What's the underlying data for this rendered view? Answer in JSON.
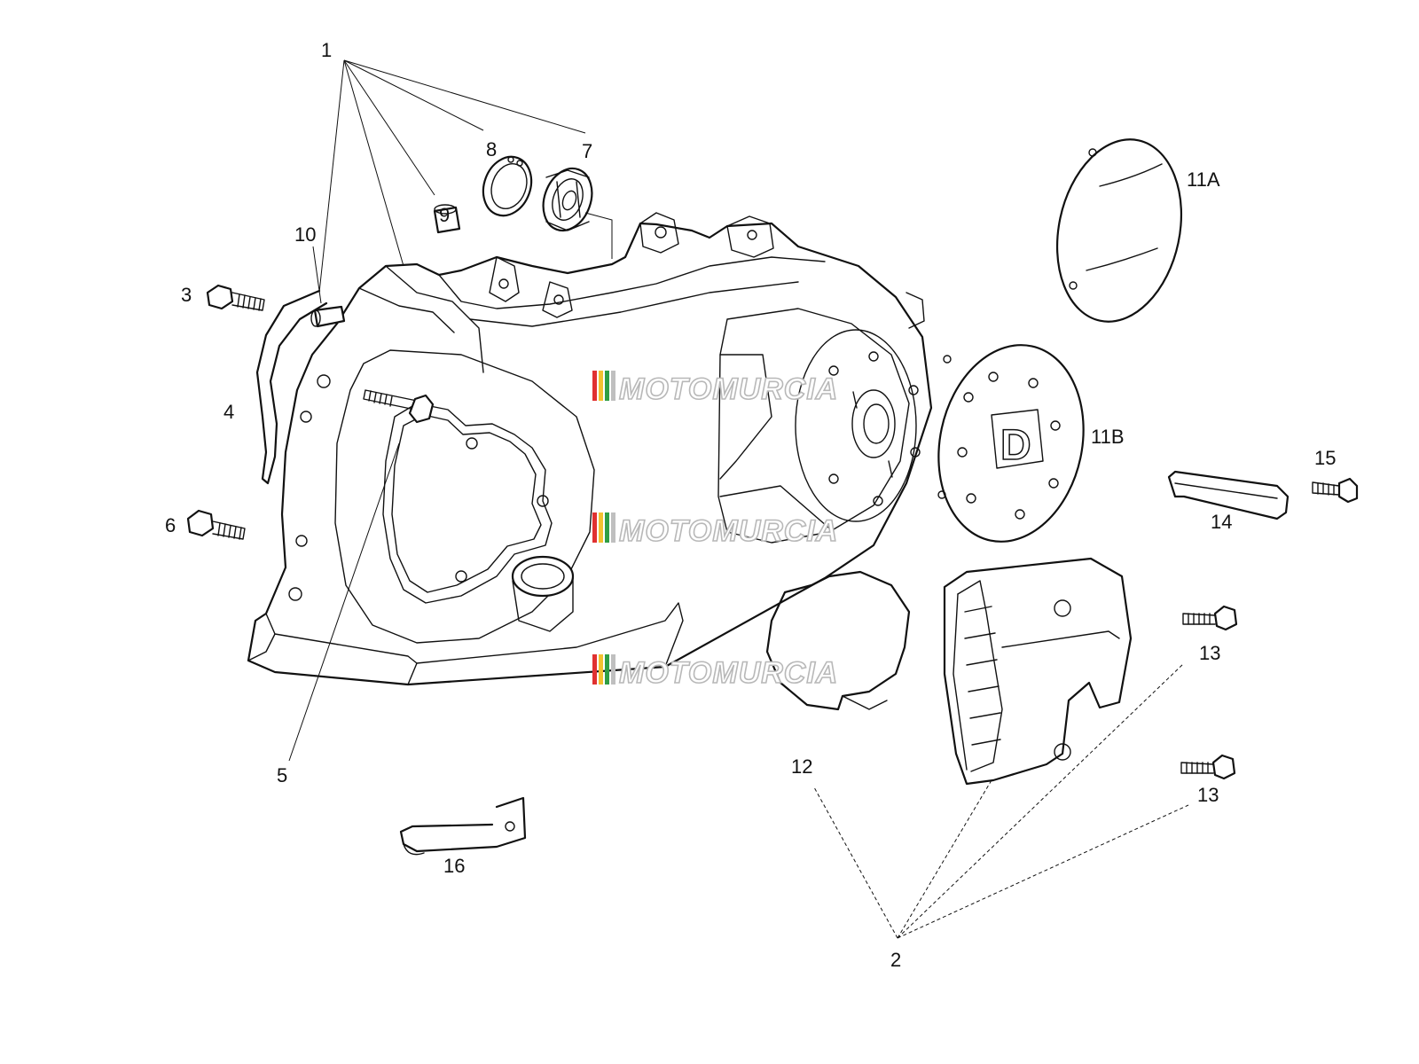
{
  "labels": {
    "l1": "1",
    "l2": "2",
    "l3": "3",
    "l4": "4",
    "l5": "5",
    "l6": "6",
    "l7": "7",
    "l8": "8",
    "l9": "9",
    "l10": "10",
    "l11a": "11A",
    "l11b": "11B",
    "l12": "12",
    "l13a": "13",
    "l13b": "13",
    "l14": "14",
    "l15": "15",
    "l16": "16"
  },
  "cover_letter": "D",
  "watermark": {
    "text": "MOTOMURCIA",
    "stripe_colors": [
      "#e03131",
      "#f2c230",
      "#2f9e44",
      "#bfbfbf"
    ]
  }
}
